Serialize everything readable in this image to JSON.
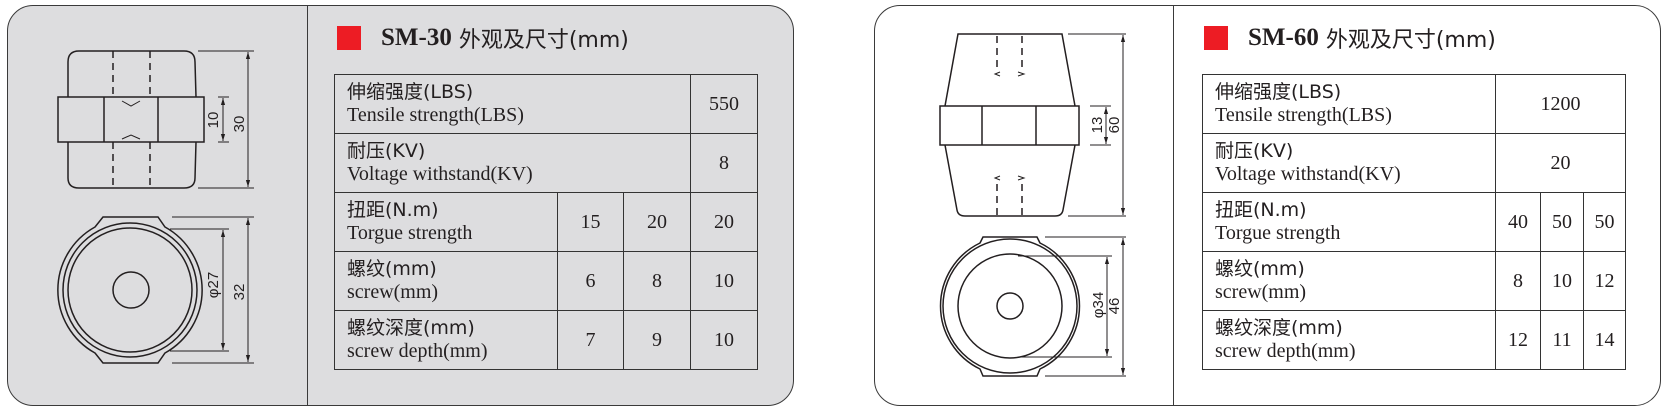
{
  "products": [
    {
      "model": "SM-30",
      "title_suffix": "外观及尺寸(mm)",
      "colors": {
        "background": "#dddddf",
        "accent": "#ed1c24"
      },
      "dimensions": {
        "band_height": "10",
        "total_height": "30",
        "inner_diameter": "φ27",
        "outer_diameter": "32"
      },
      "rows": [
        {
          "cn": "伸缩强度(LBS)",
          "en": "Tensile strength(LBS)",
          "values": [
            "550"
          ]
        },
        {
          "cn": "耐压(KV)",
          "en": "Voltage withstand(KV)",
          "values": [
            "8"
          ]
        },
        {
          "cn": "扭距(N.m)",
          "en": "Torgue strength",
          "values": [
            "15",
            "20",
            "20"
          ]
        },
        {
          "cn": "螺纹(mm)",
          "en": "screw(mm)",
          "values": [
            "6",
            "8",
            "10"
          ]
        },
        {
          "cn": "螺纹深度(mm)",
          "en": "screw depth(mm)",
          "values": [
            "7",
            "9",
            "10"
          ]
        }
      ]
    },
    {
      "model": "SM-60",
      "title_suffix": "外观及尺寸(mm)",
      "colors": {
        "background": "#ffffff",
        "accent": "#ed1c24"
      },
      "dimensions": {
        "band_height": "13",
        "total_height": "60",
        "inner_diameter": "φ34",
        "outer_diameter": "46"
      },
      "rows": [
        {
          "cn": "伸缩强度(LBS)",
          "en": "Tensile strength(LBS)",
          "values": [
            "1200"
          ]
        },
        {
          "cn": "耐压(KV)",
          "en": "Voltage withstand(KV)",
          "values": [
            "20"
          ]
        },
        {
          "cn": "扭距(N.m)",
          "en": "Torgue strength",
          "values": [
            "40",
            "50",
            "50"
          ]
        },
        {
          "cn": "螺纹(mm)",
          "en": "screw(mm)",
          "values": [
            "8",
            "10",
            "12"
          ]
        },
        {
          "cn": "螺纹深度(mm)",
          "en": "screw depth(mm)",
          "values": [
            "12",
            "11",
            "14"
          ]
        }
      ]
    }
  ]
}
